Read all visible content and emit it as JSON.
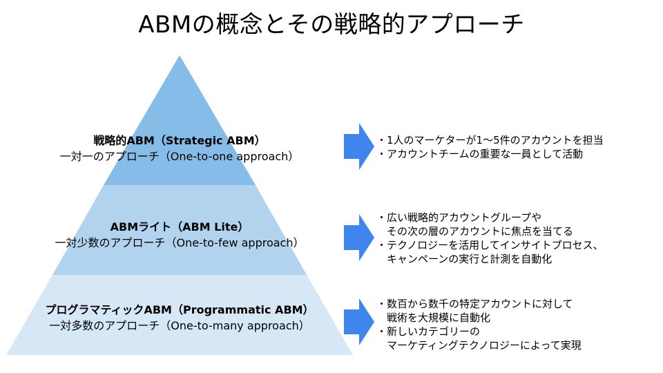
{
  "title": "ABMの概念とその戦略的アプローチ",
  "colors": {
    "tier1": "#86BDE8",
    "tier2": "#B1D3EE",
    "tier3": "#D6E8F6",
    "arrow": "#3E86EE"
  },
  "tiers": [
    {
      "name": "戦略的ABM（Strategic ABM）",
      "desc": "一対一のアプローチ（One-to-one approach）",
      "bullets": [
        "・1人のマーケターが1～5件のアカウントを担当",
        "・アカウントチームの重要な一員として活動"
      ]
    },
    {
      "name": "ABMライト（ABM Lite）",
      "desc": "一対少数のアプローチ（One-to-few approach）",
      "bullets": [
        "・広い戦略的アカウントグループや",
        "　その次の層のアカウントに焦点を当てる",
        "・テクノロジーを活用してインサイトプロセス、",
        "　キャンペーンの実行と計測を自動化"
      ]
    },
    {
      "name": "プログラマティックABM（Programmatic ABM）",
      "desc": "一対多数のアプローチ（One-to-many approach）",
      "bullets": [
        "・数百から数千の特定アカウントに対して",
        "　戦術を大規模に自動化",
        "・新しいカテゴリーの",
        "　マーケティングテクノロジーによって実現"
      ]
    }
  ]
}
